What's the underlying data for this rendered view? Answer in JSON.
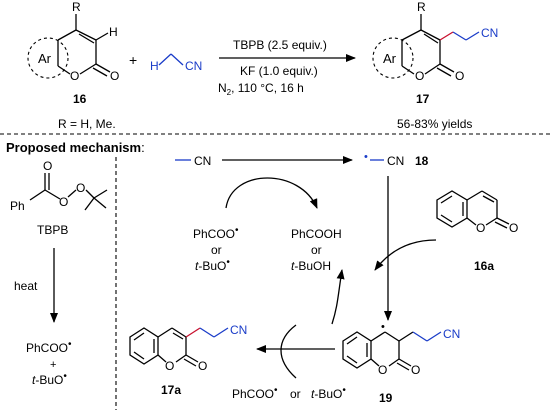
{
  "reaction": {
    "substrate_label": "16",
    "substrate_r": "R",
    "substrate_ar": "Ar",
    "substrate_h": "H",
    "substrate_o": "O",
    "substrate_o2": "O",
    "plus": "+",
    "reagent_h": "H",
    "reagent_cn": "CN",
    "cond_top": "TBPB (2.5 equiv.)",
    "cond_mid": "KF (1.0 equiv.)",
    "cond_bot_n2": "N",
    "cond_bot_sub": "2",
    "cond_bot_rest": ", 110 °C, 16 h",
    "product_label": "17",
    "product_r": "R",
    "product_ar": "Ar",
    "product_cn": "CN",
    "product_o": "O",
    "product_o2": "O",
    "r_note": "R = H, Me.",
    "yield_note": "56-83% yields"
  },
  "mechanism": {
    "heading": "Proposed mechanism",
    "heading_colon": ":",
    "tbpb_name": "TBPB",
    "tbpb_ph": "Ph",
    "tbpb_o1": "O",
    "tbpb_o2": "O",
    "tbpb_o3": "O",
    "heat": "heat",
    "radical_phcoo": "PhCOO",
    "plus_small": "+",
    "radical_tbuo_prefix": "t",
    "radical_tbuo_rest": "-BuO",
    "acn_cn": "CN",
    "radical_cn": "CN",
    "label_18": "18",
    "left_cycle_top": "PhCOO",
    "left_cycle_or": "or",
    "left_cycle_t": "t",
    "left_cycle_bot": "-BuO",
    "right_cycle_top": "PhCOOH",
    "right_cycle_or": "or",
    "right_cycle_t": "t",
    "right_cycle_bot": "-BuOH",
    "label_16a": "16a",
    "coumarin_o1": "O",
    "coumarin_o2": "O",
    "label_19": "19",
    "int_cn": "CN",
    "int_o1": "O",
    "int_o2": "O",
    "label_17a": "17a",
    "prod_cn": "CN",
    "prod_o1": "O",
    "prod_o2": "O",
    "bottom_phcoo": "PhCOO",
    "bottom_or": "or",
    "bottom_t": "t",
    "bottom_rest": "-BuO"
  }
}
